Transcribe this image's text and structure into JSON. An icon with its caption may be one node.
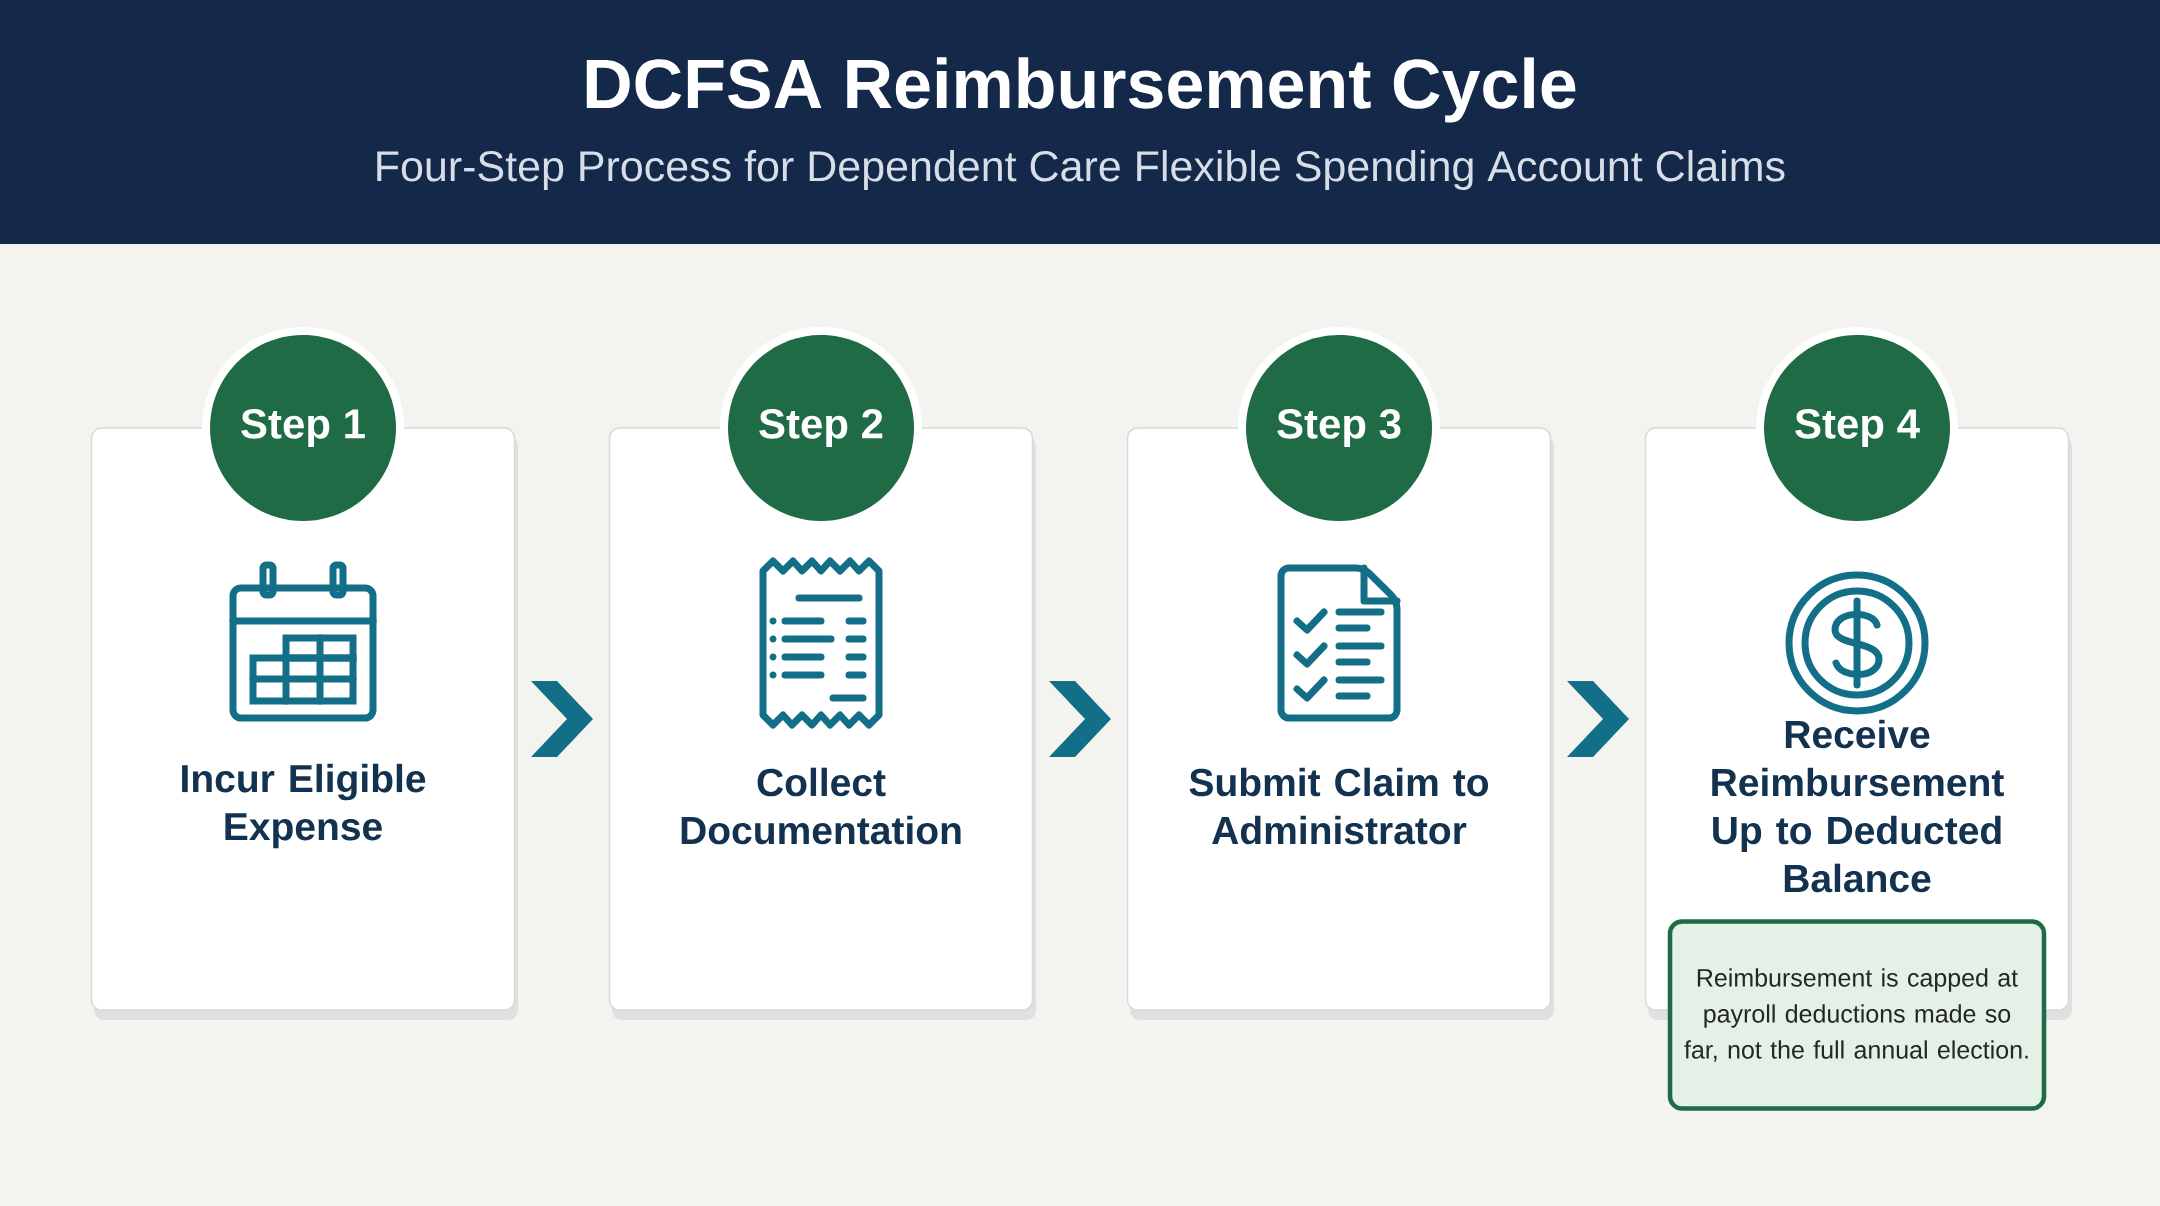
{
  "diagram": {
    "title": "DCFSA Reimbursement Cycle",
    "caption": "Four-Step Process for Dependent Care Flexible Spending Account Claims",
    "nodes": [
      {
        "text": [
          "Step 1",
          "Incur Eligible Expense"
        ]
      },
      {
        "text": [
          "Step 2",
          "Collect Documentation"
        ]
      },
      {
        "text": [
          "Step 3",
          "Submit Claim to Administrator"
        ]
      },
      {
        "text": [
          "Step 4",
          "Receive Reimbursement Up to Deducted Balance"
        ]
      },
      {
        "text": [
          "Reimbursement is capped at payroll deductions made so far, not the full annual election."
        ]
      }
    ],
    "edges": [
      {
        "from": 0,
        "to": 1,
        "arrow": "to"
      },
      {
        "from": 1,
        "to": 2,
        "arrow": "to"
      },
      {
        "from": 2,
        "to": 3,
        "arrow": "to"
      }
    ]
  }
}
